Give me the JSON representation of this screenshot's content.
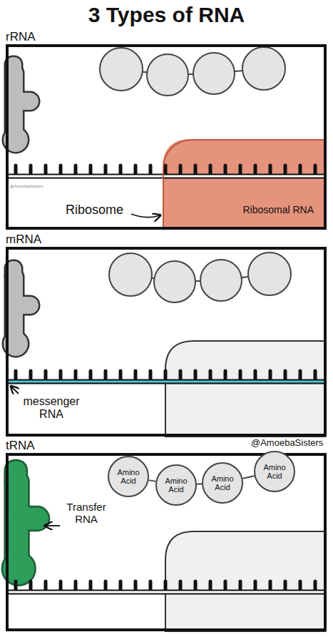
{
  "diagram": {
    "title": "3 Types of RNA",
    "nodes": [
      {
        "text": [
          "rRNA"
        ]
      },
      {
        "text": [
          "Ribosomal RNA"
        ],
        "in": 0
      },
      {
        "text": [
          "mRNA"
        ]
      },
      {
        "text": [
          "tRNA"
        ]
      },
      {
        "text": [
          "Amino Acid"
        ],
        "in": 3
      },
      {
        "text": [
          "Amino Acid"
        ],
        "in": 3
      },
      {
        "text": [
          "Amino Acid"
        ],
        "in": 3
      },
      {
        "text": [
          "Amino Acid"
        ],
        "in": 3
      }
    ],
    "edges": [
      {
        "from": 4,
        "to": 5,
        "arrow": "none"
      },
      {
        "from": 5,
        "to": 6,
        "arrow": "none"
      },
      {
        "from": 6,
        "to": 7,
        "arrow": "none"
      }
    ],
    "labels": [
      "@AmoebaSisters",
      "Ribosome",
      "messenger RNA",
      "@AmoebaSisters",
      "Transfer RNA"
    ]
  }
}
